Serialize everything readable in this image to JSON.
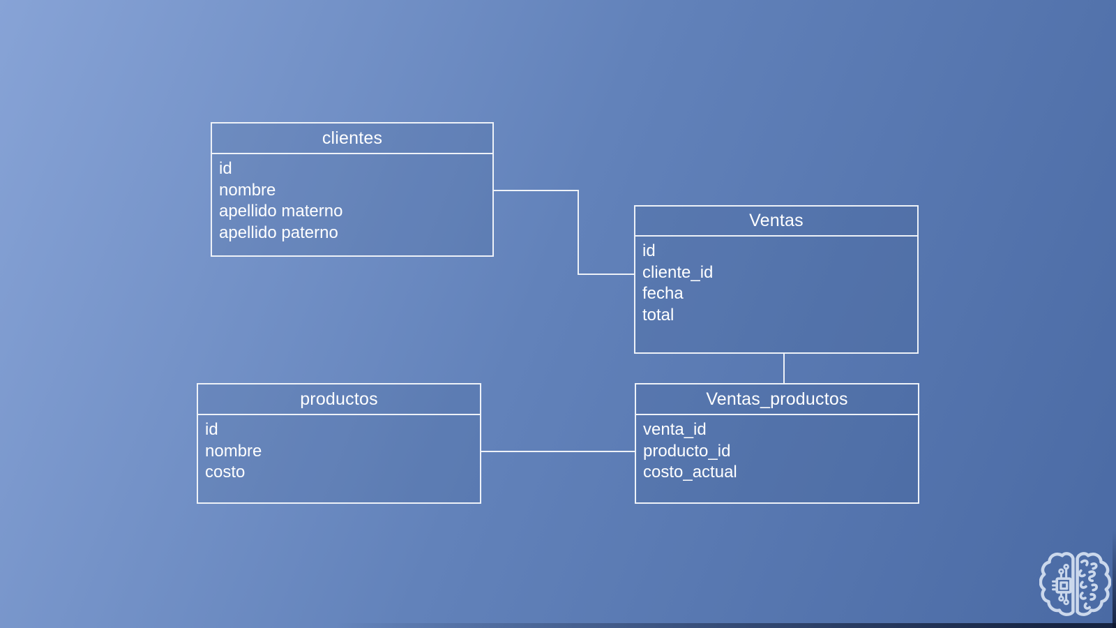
{
  "theme": {
    "bg_gradient_top_left": "#87a3d6",
    "bg_gradient_middle": "#6282ba",
    "bg_gradient_bottom_right": "#4a6aa4",
    "box_border_color": "#eef2f8",
    "box_fill": "rgba(59,87,138,0.16)",
    "text_color": "#ffffff",
    "connector_color": "#eef2f8",
    "logo_color": "#cbd8ec"
  },
  "diagram": {
    "entities": [
      {
        "title": "clientes",
        "fields": [
          "id",
          "nombre",
          "apellido materno",
          "apellido paterno"
        ]
      },
      {
        "title": "Ventas",
        "fields": [
          "id",
          "cliente_id",
          "fecha",
          "total"
        ]
      },
      {
        "title": "productos",
        "fields": [
          "id",
          "nombre",
          "costo"
        ]
      },
      {
        "title": "Ventas_productos",
        "fields": [
          "venta_id",
          "producto_id",
          "costo_actual"
        ]
      }
    ],
    "relationships": [
      {
        "from": "clientes",
        "to": "Ventas"
      },
      {
        "from": "Ventas",
        "to": "Ventas_productos"
      },
      {
        "from": "productos",
        "to": "Ventas_productos"
      }
    ]
  },
  "logo": {
    "name": "brain-circuit-logo"
  }
}
